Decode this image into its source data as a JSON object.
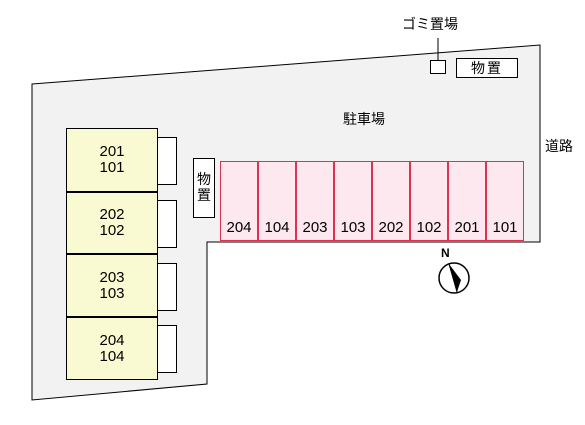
{
  "labels": {
    "trash": "ゴミ置場",
    "storage_top": "物置",
    "parking": "駐車場",
    "road": "道路",
    "storage_side": [
      "物",
      "置"
    ],
    "north": "N"
  },
  "units": [
    {
      "upper": "201",
      "lower": "101"
    },
    {
      "upper": "202",
      "lower": "102"
    },
    {
      "upper": "203",
      "lower": "103"
    },
    {
      "upper": "204",
      "lower": "104"
    }
  ],
  "parking_spaces": [
    "204",
    "104",
    "203",
    "103",
    "202",
    "102",
    "201",
    "101"
  ],
  "colors": {
    "lot": "#f2f2f2",
    "unit_fill": "#fafad2",
    "space_fill": "#fde8ef",
    "space_border": "#e03050"
  }
}
